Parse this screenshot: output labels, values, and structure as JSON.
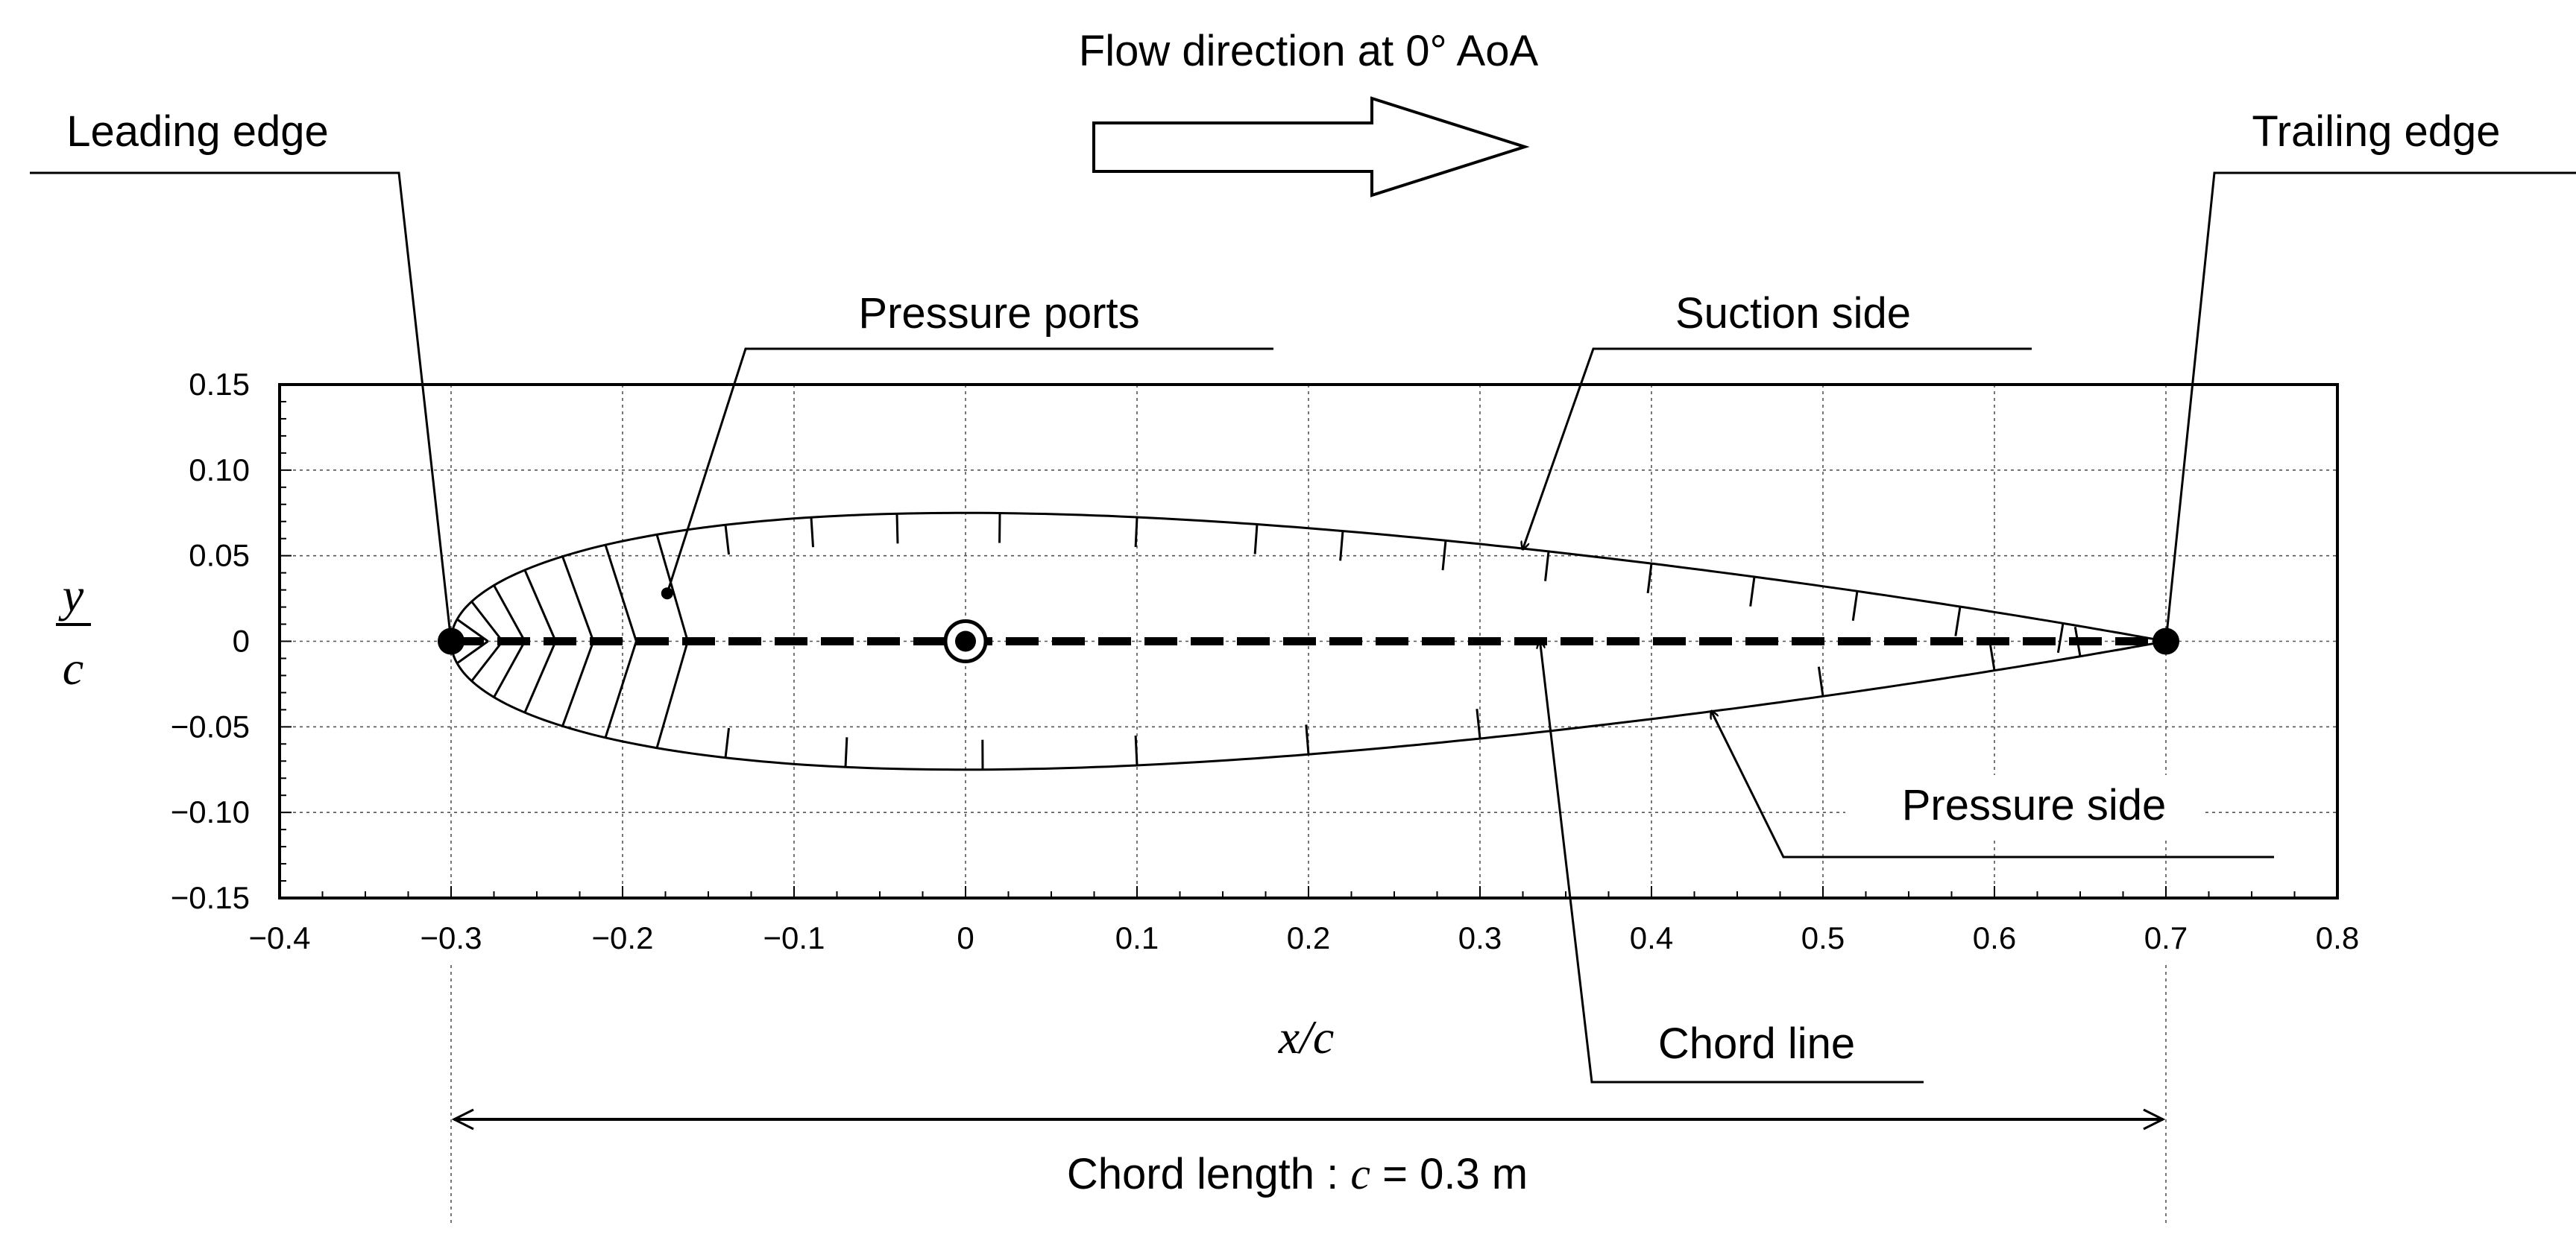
{
  "flow": {
    "label": "Flow direction at 0°  AoA"
  },
  "labels": {
    "leading_edge": "Leading edge",
    "trailing_edge": "Trailing edge",
    "pressure_ports": "Pressure ports",
    "suction_side": "Suction side",
    "pressure_side": "Pressure side",
    "chord_line": "Chord line"
  },
  "axes": {
    "x_label": "x/c",
    "y_label_num": "y",
    "y_label_den": "c",
    "x_range": [
      -0.4,
      0.8
    ],
    "y_range": [
      -0.15,
      0.15
    ],
    "x_ticks": [
      "−0.4",
      "−0.3",
      "−0.2",
      "−0.1",
      "0",
      "0.1",
      "0.2",
      "0.3",
      "0.4",
      "0.5",
      "0.6",
      "0.7",
      "0.8"
    ],
    "y_ticks": [
      "0.15",
      "0.10",
      "0.05",
      "0",
      "−0.05",
      "−0.10",
      "−0.15"
    ],
    "grid": true
  },
  "dimension": {
    "prefix": "Chord length : ",
    "symbol": "c",
    "suffix": " = 0.3 m"
  },
  "airfoil": {
    "leading_edge_x": -0.3,
    "trailing_edge_x": 0.7,
    "max_thickness_half": 0.075,
    "pivot_x": 0
  }
}
